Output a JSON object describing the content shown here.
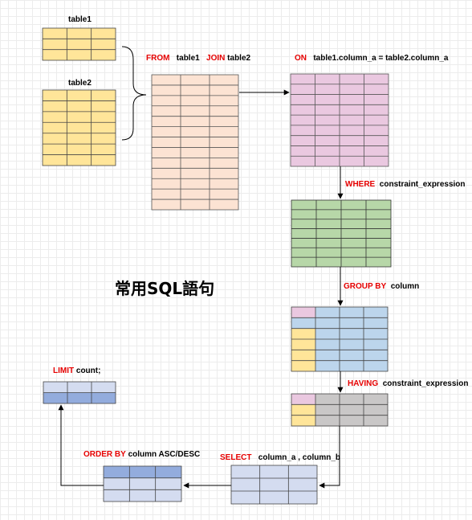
{
  "title": "常用SQL語句",
  "colors": {
    "yellow": "#ffe599",
    "peach": "#fce3d3",
    "pink": "#eac8e0",
    "green": "#b7d7a8",
    "blue": "#bcd5ec",
    "gray": "#c9c7c7",
    "lavender": "#d4dcf0",
    "periwinkle": "#93acdd",
    "red_keyword": "#e60000"
  },
  "steps": {
    "table1_label": "table1",
    "table2_label": "table2",
    "from": {
      "kw": "FROM",
      "text1": "table1",
      "kw2": "JOIN",
      "text2": "table2"
    },
    "on": {
      "kw": "ON",
      "text": "table1.column_a = table2.column_a"
    },
    "where": {
      "kw": "WHERE",
      "text": "constraint_expression"
    },
    "group_by": {
      "kw": "GROUP BY",
      "text": "column"
    },
    "having": {
      "kw": "HAVING",
      "text": "constraint_expression"
    },
    "select": {
      "kw": "SELECT",
      "text": "column_a , column_b"
    },
    "order_by": {
      "kw": "ORDER BY",
      "text": "column ASC/DESC"
    },
    "limit": {
      "kw": "LIMIT",
      "text": "count;"
    }
  }
}
